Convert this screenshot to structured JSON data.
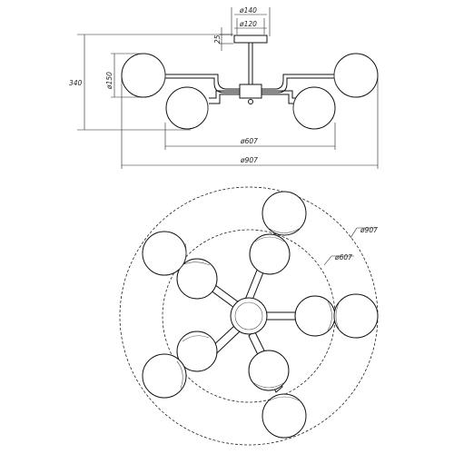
{
  "side_view": {
    "height_label": "340",
    "globe_diameter_label": "ø150",
    "canopy_outer_label": "ø140",
    "canopy_inner_label": "ø120",
    "canopy_height_label": "25",
    "inner_span_label": "ø607",
    "outer_span_label": "ø907"
  },
  "top_view": {
    "outer_circle_label": "ø907",
    "inner_circle_label": "ø607"
  }
}
